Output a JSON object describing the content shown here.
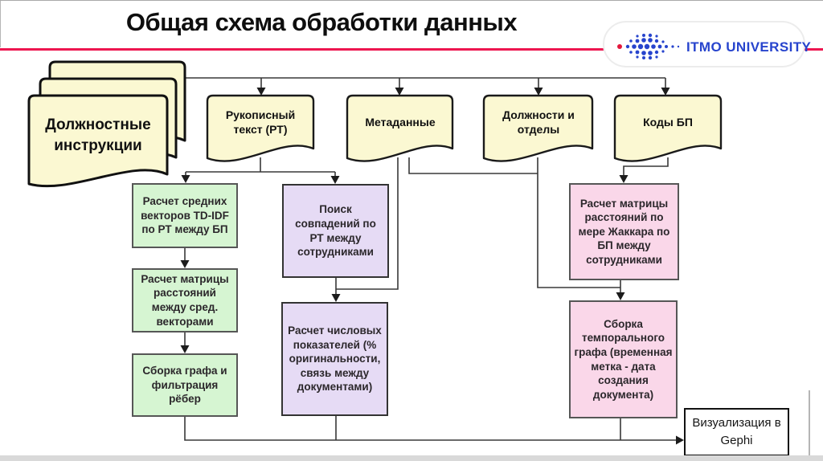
{
  "header": {
    "title": "Общая схема обработки данных",
    "logo_text": "ITMO UNIVERSITY",
    "logo_icon": "itmo-dots-icon"
  },
  "stack": {
    "label": "Должностные инструкции"
  },
  "inputs": [
    {
      "label": "Рукописный текст (РТ)"
    },
    {
      "label": "Метаданные"
    },
    {
      "label": "Должности и отделы"
    },
    {
      "label": "Коды БП"
    }
  ],
  "processes": {
    "green": [
      {
        "label": "Расчет средних векторов TD-IDF по РТ между БП"
      },
      {
        "label": "Расчет матрицы расстояний между сред. векторами"
      },
      {
        "label": "Сборка графа и фильтрация рёбер"
      }
    ],
    "purple": [
      {
        "label": "Поиск совпадений по РТ между сотрудниками"
      },
      {
        "label": "Расчет числовых показателей (% оригинальности, связь между документами)"
      }
    ],
    "pink": [
      {
        "label": "Расчет матрицы расстояний по мере Жаккара по БП между сотрудниками"
      },
      {
        "label": "Сборка темпорального графа (временная метка - дата создания документа)"
      }
    ]
  },
  "output": {
    "label": "Визуализация в Gephi"
  },
  "colors": {
    "accent_line": "#ED1650",
    "itmo_blue": "#2744CD",
    "itmo_red_dot": "#E3173C",
    "input_fill": "#FBF8D2",
    "green_fill": "#D6F5D2",
    "purple_fill": "#E6DBF5",
    "pink_fill": "#FAD7E9"
  }
}
